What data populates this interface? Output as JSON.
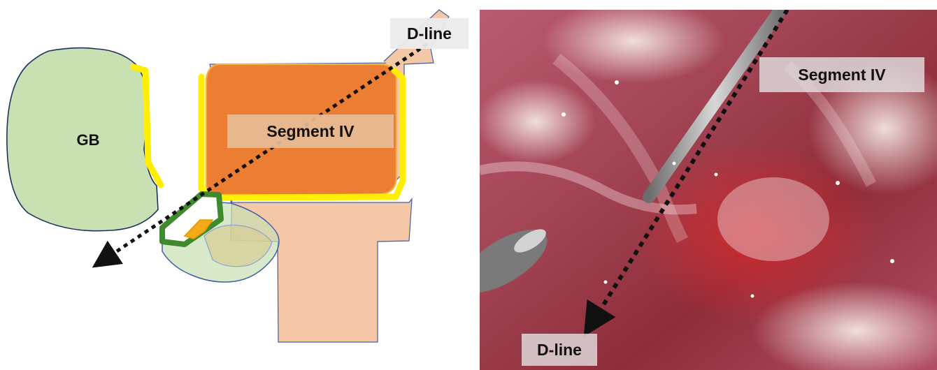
{
  "schematic": {
    "gb_label": "GB",
    "segment_label": "Segment IV",
    "dline_label": "D-line",
    "colors": {
      "gallbladder": "#c8e0b2",
      "segment_iv": "#ec7e33",
      "liver": "#f4c7a7",
      "yellow_line": "#ffee00",
      "green_outline": "#3f8a2d",
      "orange_small": "#f4aa18",
      "arrow": "#111111"
    }
  },
  "photo": {
    "segment_label": "Segment IV",
    "dline_label": "D-line",
    "colors": {
      "tissue": "#9d3d4e",
      "instrument": "#8a8a8a",
      "arrow": "#111111"
    }
  }
}
